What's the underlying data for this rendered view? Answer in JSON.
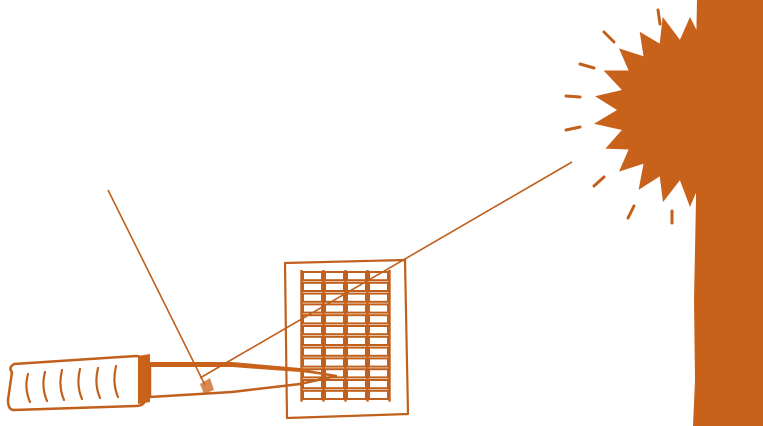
{
  "illustration": {
    "colors": {
      "ink": "#c0601c",
      "fill": "#c8621a",
      "background": "#ffffff"
    },
    "elements": [
      "knife-icon",
      "grid-panel",
      "sunburst-icon",
      "vertical-bar",
      "pointer-line",
      "sightline"
    ]
  }
}
